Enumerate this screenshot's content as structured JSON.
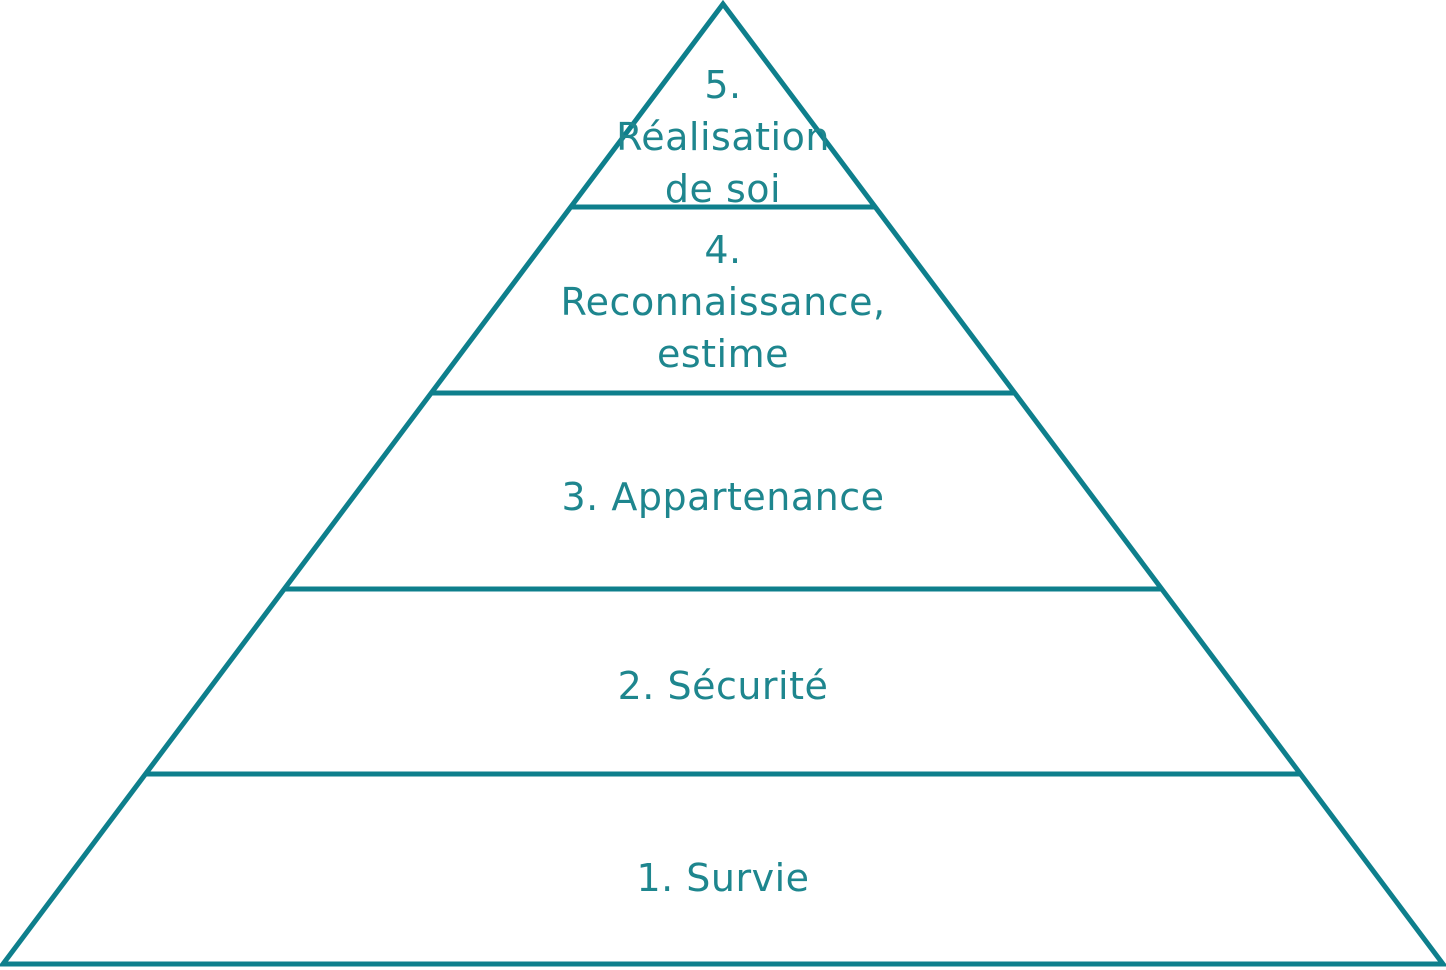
{
  "diagram": {
    "type": "pyramid",
    "colors": {
      "line": "#0e7f8c",
      "text": "#1e868e",
      "background": "#ffffff"
    },
    "levels": [
      {
        "rank": "5",
        "text": "5.\nRéalisation\nde soi"
      },
      {
        "rank": "4",
        "text": "4.\nReconnaissance,\nestime"
      },
      {
        "rank": "3",
        "text": "3. Appartenance"
      },
      {
        "rank": "2",
        "text": "2. Sécurité"
      },
      {
        "rank": "1",
        "text": "1. Survie"
      }
    ]
  }
}
